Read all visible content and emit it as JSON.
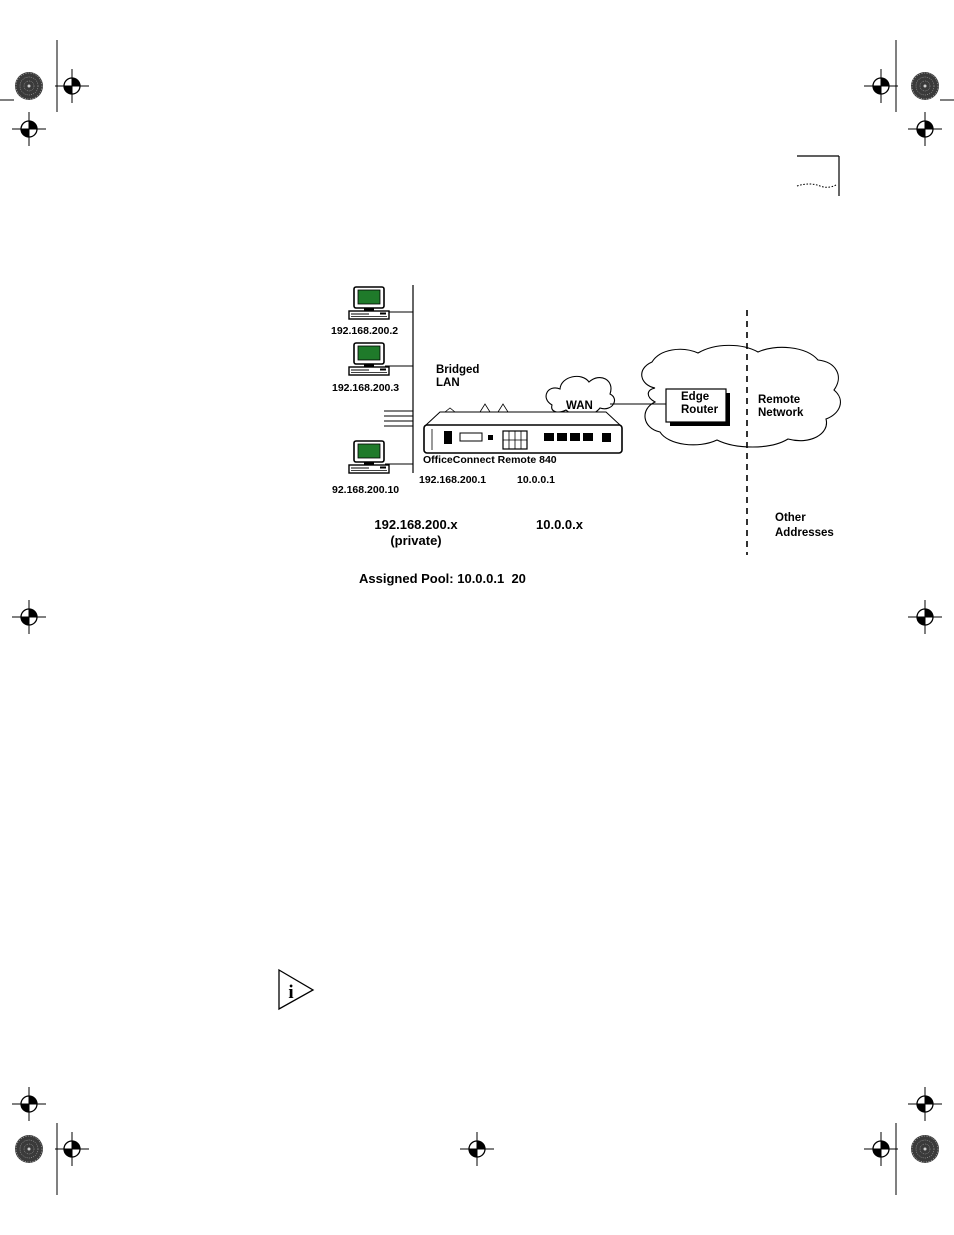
{
  "diagram": {
    "hosts": [
      {
        "ip": "192.168.200.2"
      },
      {
        "ip": "192.168.200.3"
      },
      {
        "ip": "92.168.200.10"
      }
    ],
    "bridged_lan_label": "Bridged\nLAN",
    "wan_label": "WAN",
    "edge_router_label": "Edge\nRouter",
    "remote_network_label": "Remote\nNetwork",
    "device_name": "OfficeConnect Remote 840",
    "lan_ip": "192.168.200.1",
    "wan_ip": "10.0.0.1",
    "private_subnet": "192.168.200.x\n(private)",
    "public_subnet": "10.0.0.x",
    "other_addresses": "Other\nAddresses",
    "assigned_pool": "Assigned Pool: 10.0.0.1  20"
  },
  "note_icon": "info-note-icon",
  "registration_mark": "crosshair-registration-mark",
  "color_target": "color-registration-target"
}
